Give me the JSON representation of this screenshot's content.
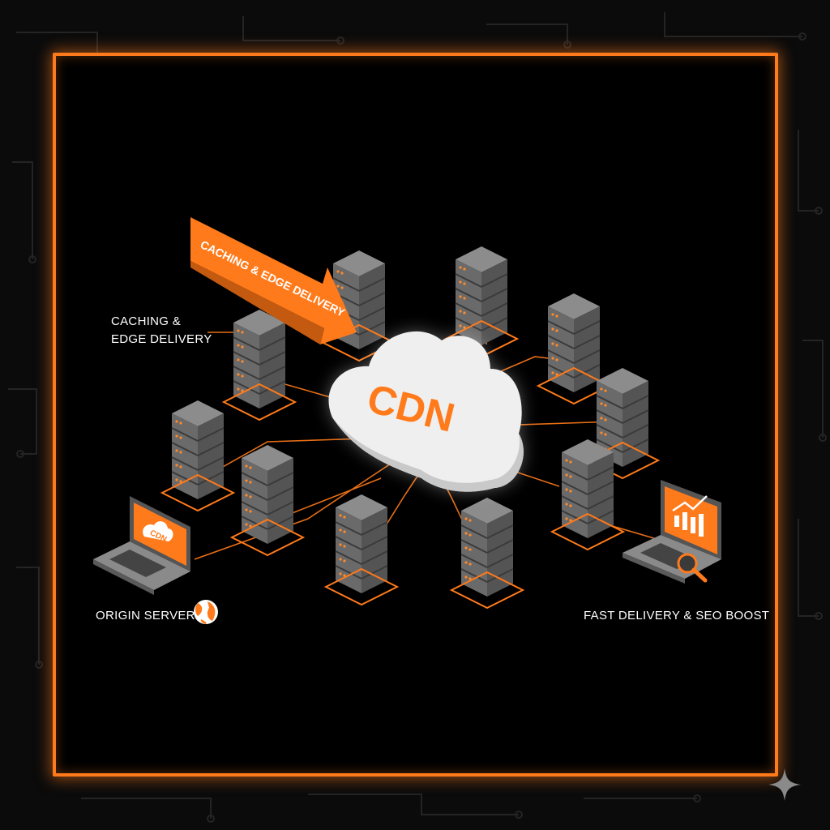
{
  "diagram": {
    "banner_text": "CACHING & EDGE DELIVERY",
    "cloud_label": "CDN",
    "laptop_screen_label": "CDN",
    "caching_label": {
      "line1": "CACHING &",
      "line2": "EDGE DELIVERY"
    },
    "origin_label": "ORIGIN SERVER",
    "fast_label": "FAST DELIVERY & SEO BOOST"
  },
  "icons": {
    "globe": "globe-icon",
    "magnifier": "magnifier-icon",
    "chart": "bar-chart-icon",
    "sparkle": "sparkle-icon"
  },
  "colors": {
    "accent": "#ff7a1a",
    "server_body": "#6f6f6f",
    "cloud": "#f0f0f0",
    "background": "#000000"
  }
}
